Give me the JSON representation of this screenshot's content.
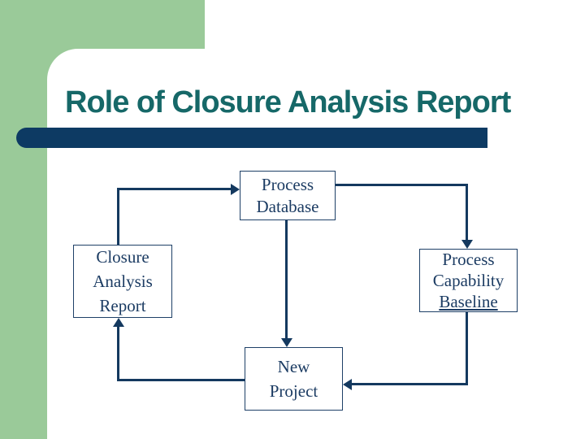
{
  "slide": {
    "title": "Role of Closure Analysis Report"
  },
  "colors": {
    "accent_green": "#9aca99",
    "navy_bar": "#0d3a63",
    "connector_navy": "#14395f",
    "title_teal": "#166868",
    "box_text_navy": "#1c3c63"
  },
  "diagram": {
    "boxes": [
      {
        "name": "process-database",
        "lines": [
          "Process",
          "Database"
        ]
      },
      {
        "name": "closure-analysis-report",
        "lines": [
          "Closure",
          "Analysis",
          "Report"
        ]
      },
      {
        "name": "process-capability-baseline",
        "lines": [
          "Process",
          "Capability",
          "Baseline"
        ]
      },
      {
        "name": "new-project",
        "lines": [
          "New",
          "Project"
        ]
      }
    ],
    "edges": [
      {
        "from": "closure-analysis-report",
        "to": "process-database"
      },
      {
        "from": "process-database",
        "to": "process-capability-baseline"
      },
      {
        "from": "process-database",
        "to": "new-project"
      },
      {
        "from": "process-capability-baseline",
        "to": "new-project"
      },
      {
        "from": "new-project",
        "to": "closure-analysis-report"
      }
    ]
  }
}
